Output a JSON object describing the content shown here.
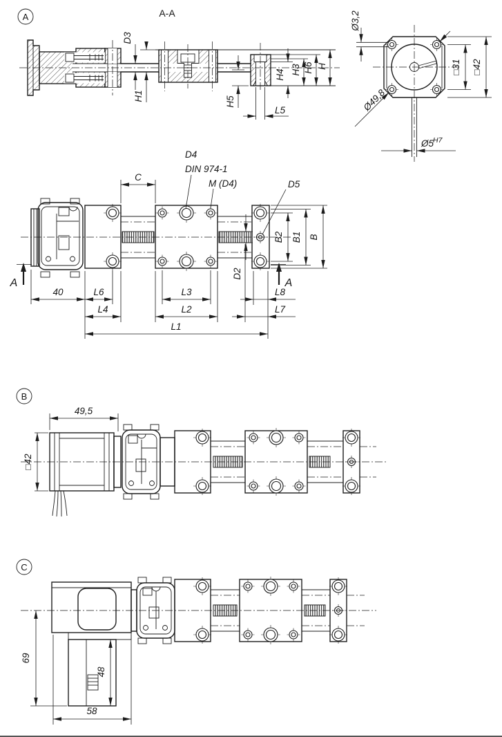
{
  "drawing_type": "technical-drawing-linear-actuator",
  "line_color": "#1c1c1c",
  "views": {
    "section": {
      "marker": "A",
      "title": "A-A",
      "dims": {
        "d3": "D3",
        "h1": "H1",
        "h5": "H5",
        "l5": "L5",
        "h4": "H4",
        "h3": "H3",
        "h6": "H6",
        "h": "H"
      }
    },
    "flange_end": {
      "dims": {
        "hole_dia": "Ø3,2",
        "bolt_square": "□31",
        "body_square": "□42",
        "pilot_dia": "Ø49,8",
        "shaft_dia": "Ø5",
        "shaft_fit": "H7"
      }
    },
    "plan": {
      "section_arrow": "A",
      "dims": {
        "c": "C",
        "d4": "D4",
        "d4_norm": "DIN 974-1",
        "m_d4": "M (D4)",
        "d5": "D5",
        "b2": "B2",
        "b1": "B1",
        "b": "B",
        "d2": "D2",
        "len_40": "40",
        "l6": "L6",
        "l4": "L4",
        "l3": "L3",
        "l2": "L2",
        "l1": "L1",
        "l8": "L8",
        "l7": "L7"
      }
    },
    "inline_motor": {
      "marker": "B",
      "dims": {
        "motor_len": "49,5",
        "motor_size": "□42"
      }
    },
    "angled_motor": {
      "marker": "C",
      "dims": {
        "height_69": "69",
        "motor_48": "48",
        "width_58": "58"
      }
    }
  }
}
